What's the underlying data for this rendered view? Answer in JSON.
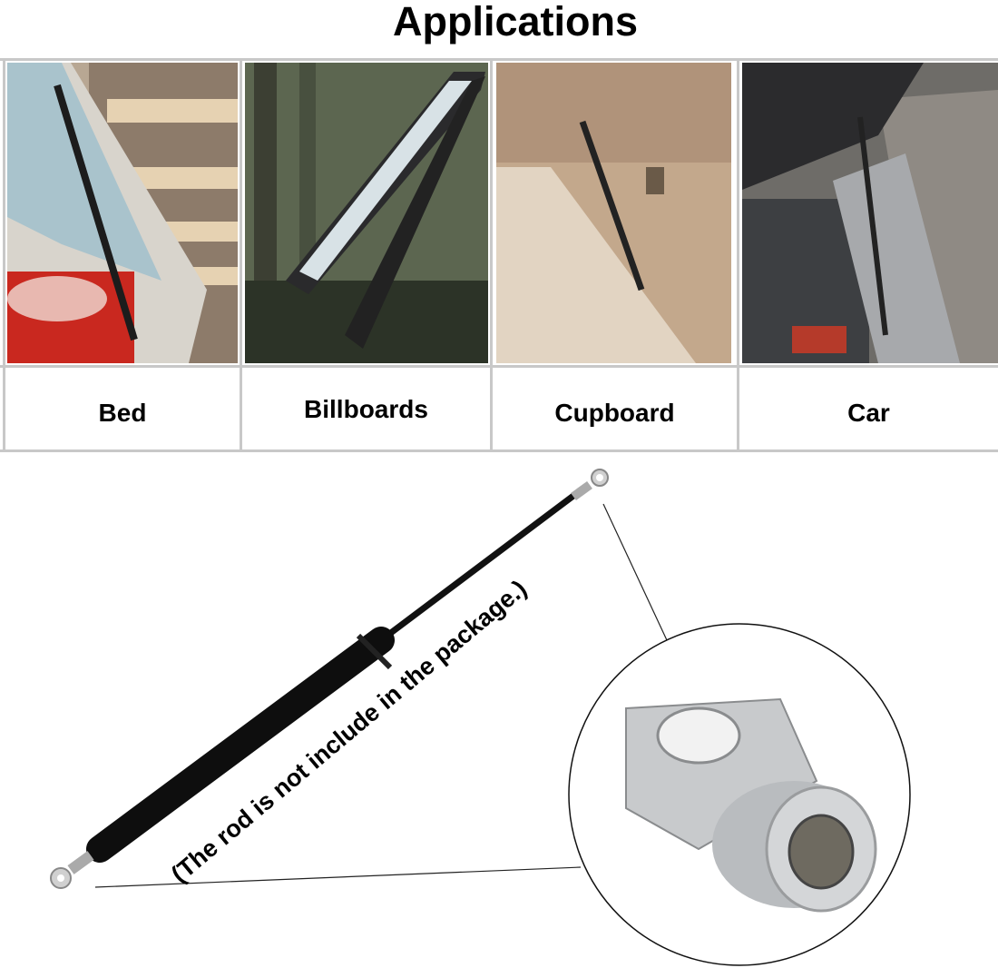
{
  "title": "Applications",
  "applications": [
    {
      "label": "Bed"
    },
    {
      "label": "Billboards"
    },
    {
      "label": "Cupboard"
    },
    {
      "label": "Car"
    }
  ],
  "note": "(The rod is not include in the package.)"
}
